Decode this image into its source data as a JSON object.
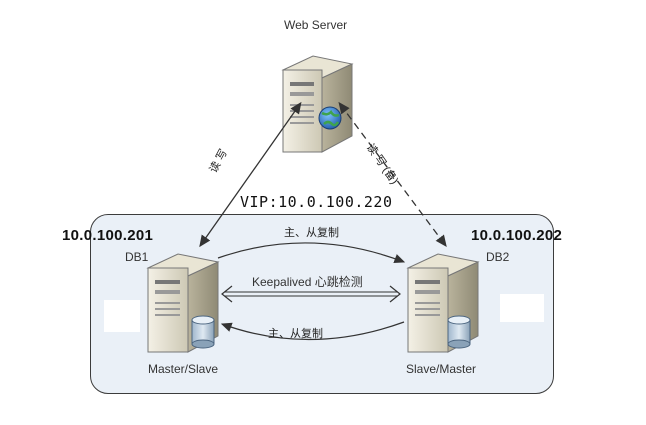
{
  "web_server": {
    "label": "Web Server"
  },
  "arrows": {
    "left_label": "读 写",
    "right_label": "读 写 (备)"
  },
  "vip": {
    "label": "VIP:10.0.100.220"
  },
  "db1": {
    "ip": "10.0.100.201",
    "name": "DB1",
    "role": "Master/Slave"
  },
  "db2": {
    "ip": "10.0.100.202",
    "name": "DB2",
    "role": "Slave/Master"
  },
  "replication": {
    "top_label": "主、从复制",
    "bottom_label": "主、从复制"
  },
  "keepalived": {
    "label": "Keepalived 心跳检测"
  },
  "colors": {
    "cluster_bg": "#eaf0f7",
    "server_body": "#e4e0cf",
    "arrow": "#333333"
  },
  "icons": [
    "server-icon",
    "database-icon",
    "globe-icon"
  ]
}
